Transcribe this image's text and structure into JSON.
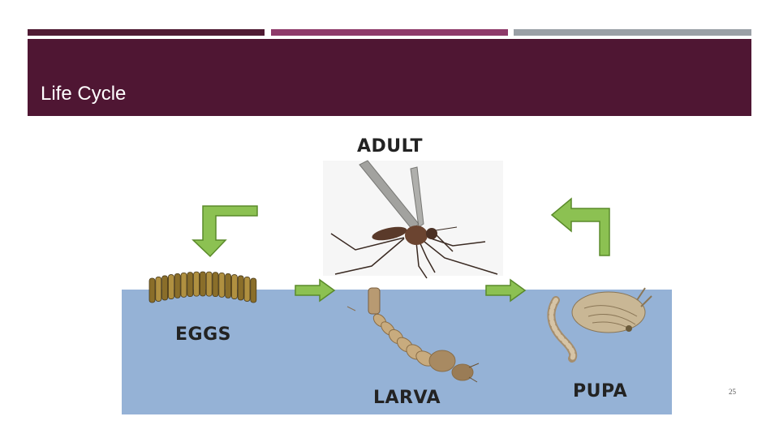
{
  "slide": {
    "title": "Life Cycle",
    "page_number": "25"
  },
  "stages": {
    "adult": "ADULT",
    "eggs": "EGGS",
    "larva": "LARVA",
    "pupa": "PUPA"
  },
  "colors": {
    "title_bar": "#4f1633",
    "stripe_dark": "#4f1a33",
    "stripe_mid": "#8e3a6a",
    "stripe_grey": "#9aa0a6",
    "water": "#95b2d6",
    "arrow_fill": "#8cc152",
    "arrow_stroke": "#5a8a2a"
  },
  "icons": [
    "mosquito-adult-illustration",
    "egg-raft-illustration",
    "larva-illustration",
    "pupa-illustration",
    "arrow-icon"
  ]
}
